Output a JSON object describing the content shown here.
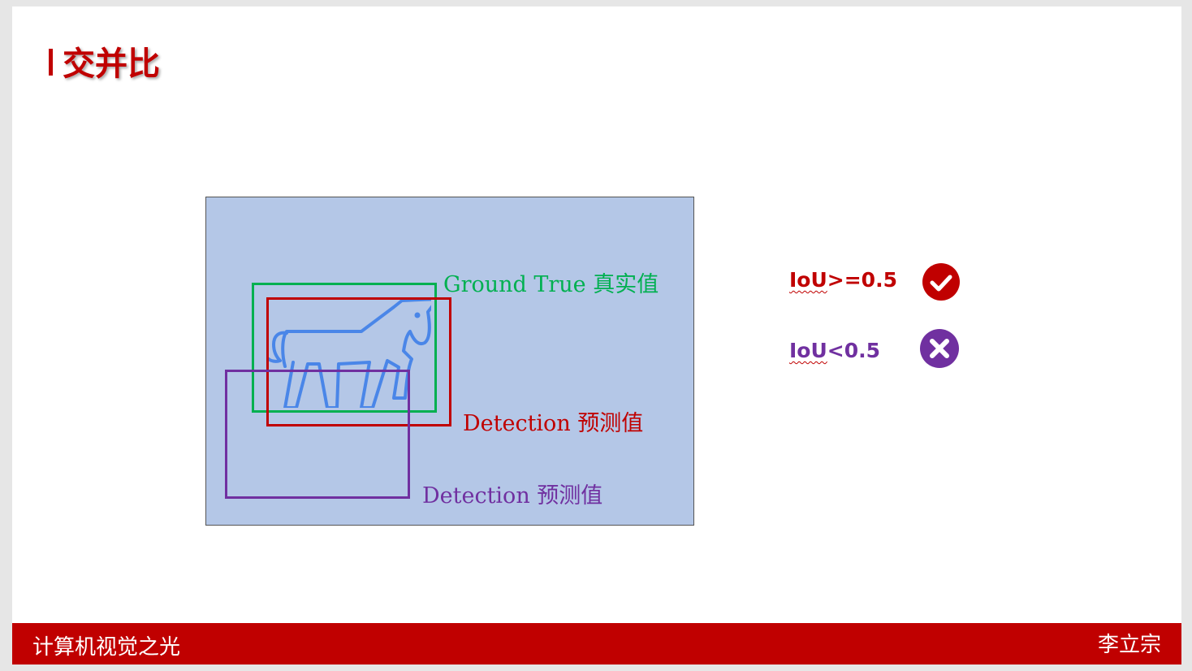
{
  "slide": {
    "title": "交并比",
    "accent_color": "#c00000"
  },
  "scene": {
    "background_color": "#b4c7e7",
    "object_icon": "horse-icon",
    "ground_truth": {
      "label": "Ground True 真实值",
      "color": "#00b050"
    },
    "detection_good": {
      "label": "Detection  预测值",
      "color": "#c00000"
    },
    "detection_bad": {
      "label": "Detection  预测值",
      "color": "#7030a0"
    }
  },
  "legend": {
    "good": {
      "prefix": "IoU",
      "rest": ">=0.5",
      "icon": "check-circle-icon",
      "color": "#c00000"
    },
    "bad": {
      "prefix": "IoU",
      "rest": "<0.5",
      "icon": "x-circle-icon",
      "color": "#7030a0"
    }
  },
  "footer": {
    "left_text": "计算机视觉之光",
    "right_text": "李立宗"
  }
}
